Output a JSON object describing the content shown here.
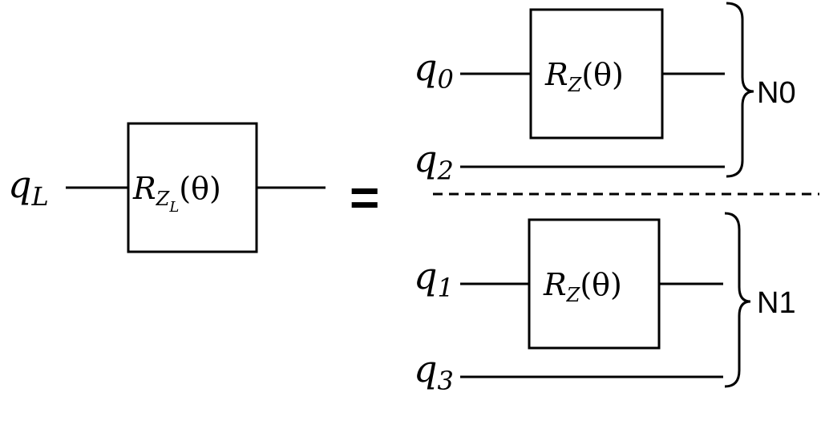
{
  "logical": {
    "qubit": {
      "base": "q",
      "sub": "L"
    },
    "gate": {
      "base": "R",
      "sub": "Z",
      "subsub": "L",
      "arg": "(θ)"
    }
  },
  "equals": "=",
  "physical": {
    "qubits": [
      {
        "base": "q",
        "sub": "0"
      },
      {
        "base": "q",
        "sub": "2"
      },
      {
        "base": "q",
        "sub": "1"
      },
      {
        "base": "q",
        "sub": "3"
      }
    ],
    "gates": [
      {
        "base": "R",
        "sub": "Z",
        "arg": "(θ)"
      },
      {
        "base": "R",
        "sub": "Z",
        "arg": "(θ)"
      }
    ],
    "nodes": [
      "N0",
      "N1"
    ]
  }
}
